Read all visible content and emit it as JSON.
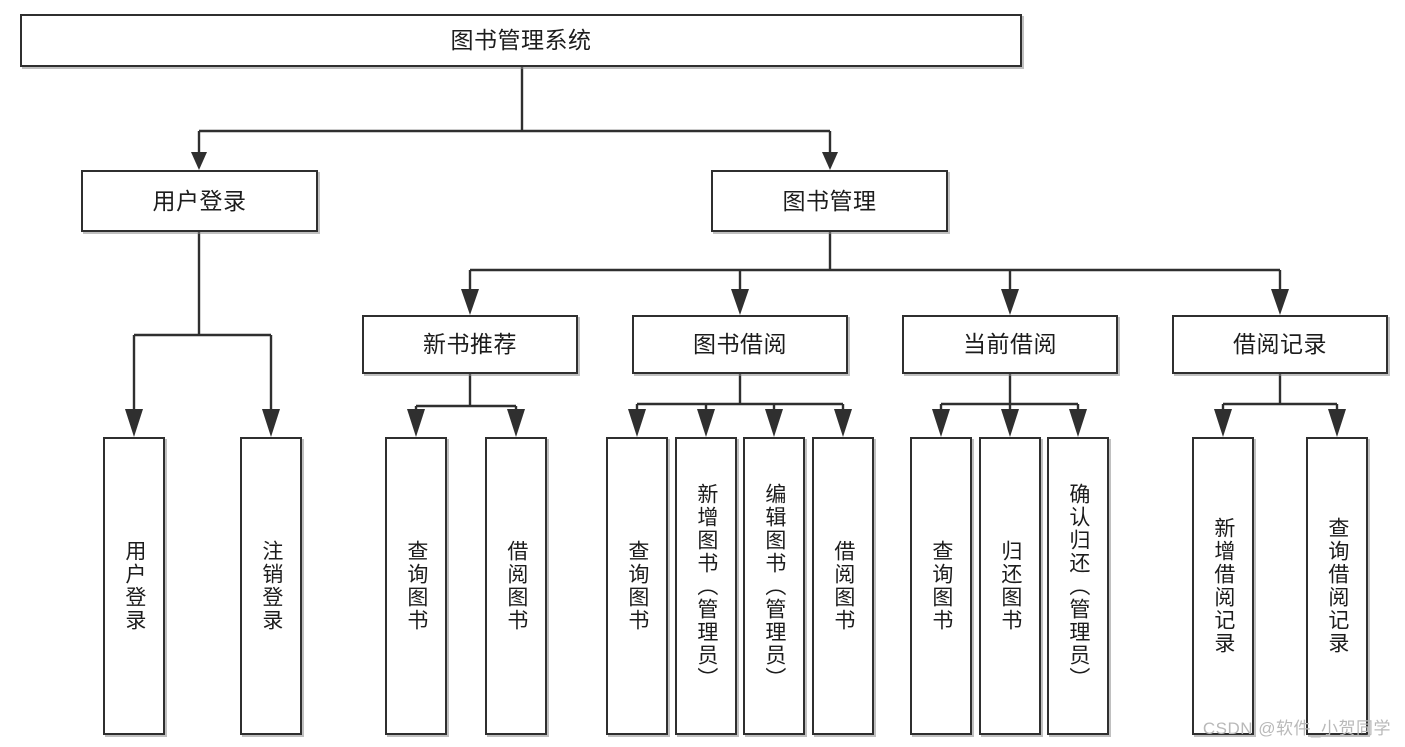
{
  "diagram": {
    "title": "图书管理系统",
    "watermark": "CSDN @软件_小贺同学",
    "accent_color": "#2f2f2f",
    "background_color": "#ffffff",
    "nodes": {
      "root": "图书管理系统",
      "level2": {
        "user_login": "用户登录",
        "book_manage": "图书管理"
      },
      "level3": {
        "new_book_recommend": "新书推荐",
        "book_borrow": "图书借阅",
        "current_borrow": "当前借阅",
        "borrow_record": "借阅记录"
      },
      "leaves": {
        "user_login_1": "用户登录",
        "user_login_2": "注销登录",
        "recommend_1": "查询图书",
        "recommend_2": "借阅图书",
        "borrow_1": "查询图书",
        "borrow_2": "新增图书（管理员）",
        "borrow_3": "编辑图书（管理员）",
        "borrow_4": "借阅图书",
        "current_1": "查询图书",
        "current_2": "归还图书",
        "current_3": "确认归还（管理员）",
        "record_1": "新增借阅记录",
        "record_2": "查询借阅记录"
      }
    }
  }
}
